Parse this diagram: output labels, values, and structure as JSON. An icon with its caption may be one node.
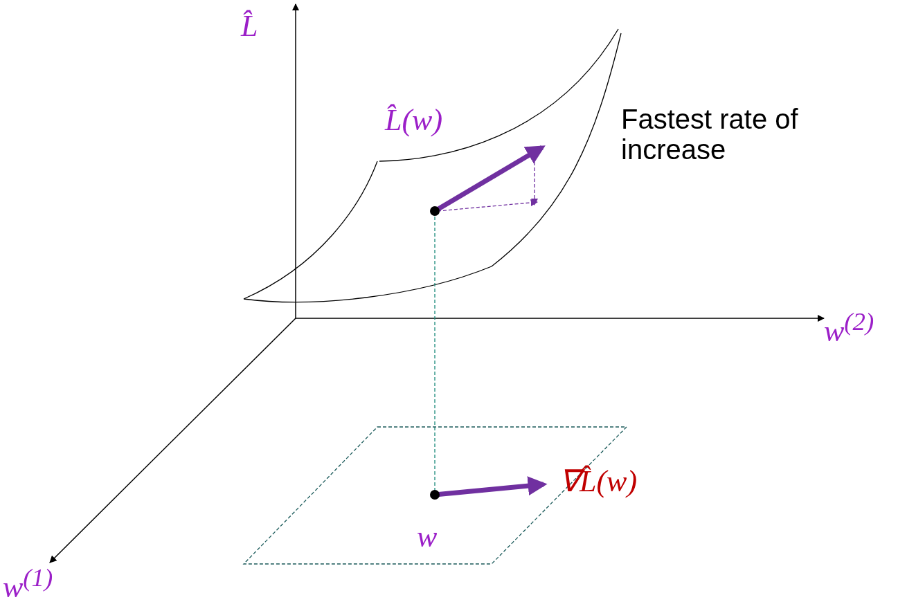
{
  "diagram": {
    "labels": [
      "L̂",
      "L̂(w)",
      "Fastest rate of increase",
      "w$^{(2)}$",
      "∇L̂(w)",
      "w",
      "w$^{(1)}$"
    ]
  }
}
